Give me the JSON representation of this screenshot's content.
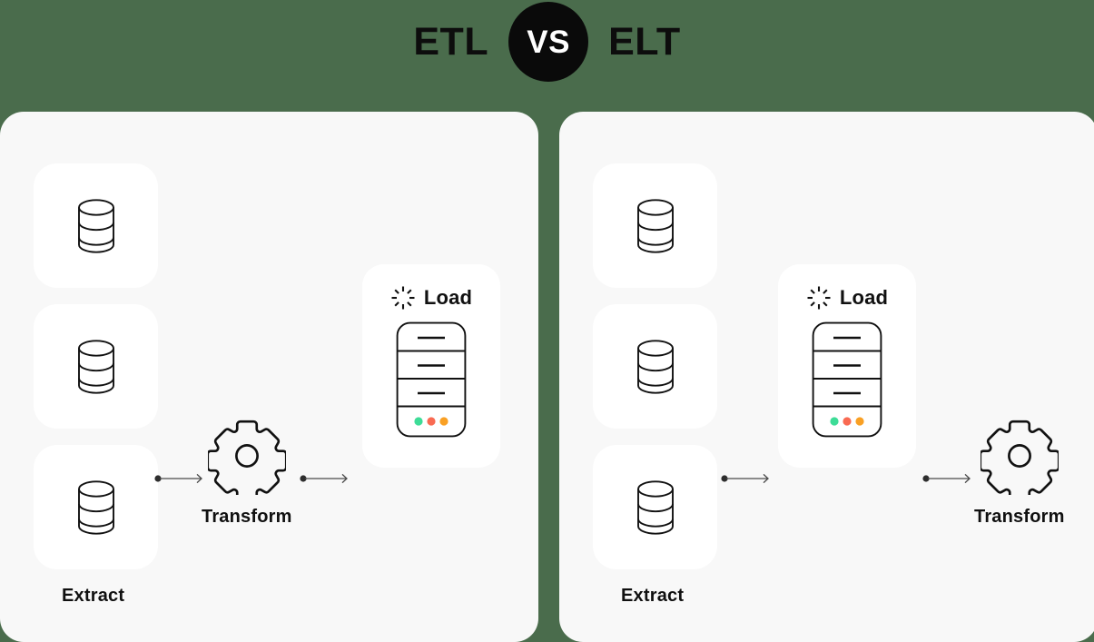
{
  "header": {
    "left_title": "ETL",
    "badge": "VS",
    "right_title": "ELT"
  },
  "colors": {
    "background": "#4a6c4c",
    "panel": "#f8f8f8",
    "card": "#ffffff",
    "ink": "#0d0d0d",
    "badge_bg": "#0a0a0a",
    "badge_fg": "#ffffff",
    "stroke": "#111111",
    "arrow": "#3a3a3a",
    "dot_green": "#3ddc97",
    "dot_red": "#f96a52",
    "dot_orange": "#f9a024"
  },
  "panels": [
    {
      "id": "etl",
      "title": "ETL",
      "order": [
        "Extract",
        "Transform",
        "Load"
      ],
      "extract": {
        "label": "Extract",
        "icon": "database-icon",
        "count": 3
      },
      "transform": {
        "label": "Transform",
        "icon": "gear-icon"
      },
      "load": {
        "label": "Load",
        "spinner_icon": "loading-spinner-icon",
        "rack_icon": "server-rack-icon",
        "status_dots": [
          "#3ddc97",
          "#f96a52",
          "#f9a024"
        ]
      },
      "arrows": [
        {
          "from": "extract",
          "to": "transform"
        },
        {
          "from": "transform",
          "to": "load"
        }
      ]
    },
    {
      "id": "elt",
      "title": "ELT",
      "order": [
        "Extract",
        "Load",
        "Transform"
      ],
      "extract": {
        "label": "Extract",
        "icon": "database-icon",
        "count": 3
      },
      "load": {
        "label": "Load",
        "spinner_icon": "loading-spinner-icon",
        "rack_icon": "server-rack-icon",
        "status_dots": [
          "#3ddc97",
          "#f96a52",
          "#f9a024"
        ]
      },
      "transform": {
        "label": "Transform",
        "icon": "gear-icon"
      },
      "arrows": [
        {
          "from": "extract",
          "to": "load"
        },
        {
          "from": "load",
          "to": "transform"
        }
      ]
    }
  ]
}
